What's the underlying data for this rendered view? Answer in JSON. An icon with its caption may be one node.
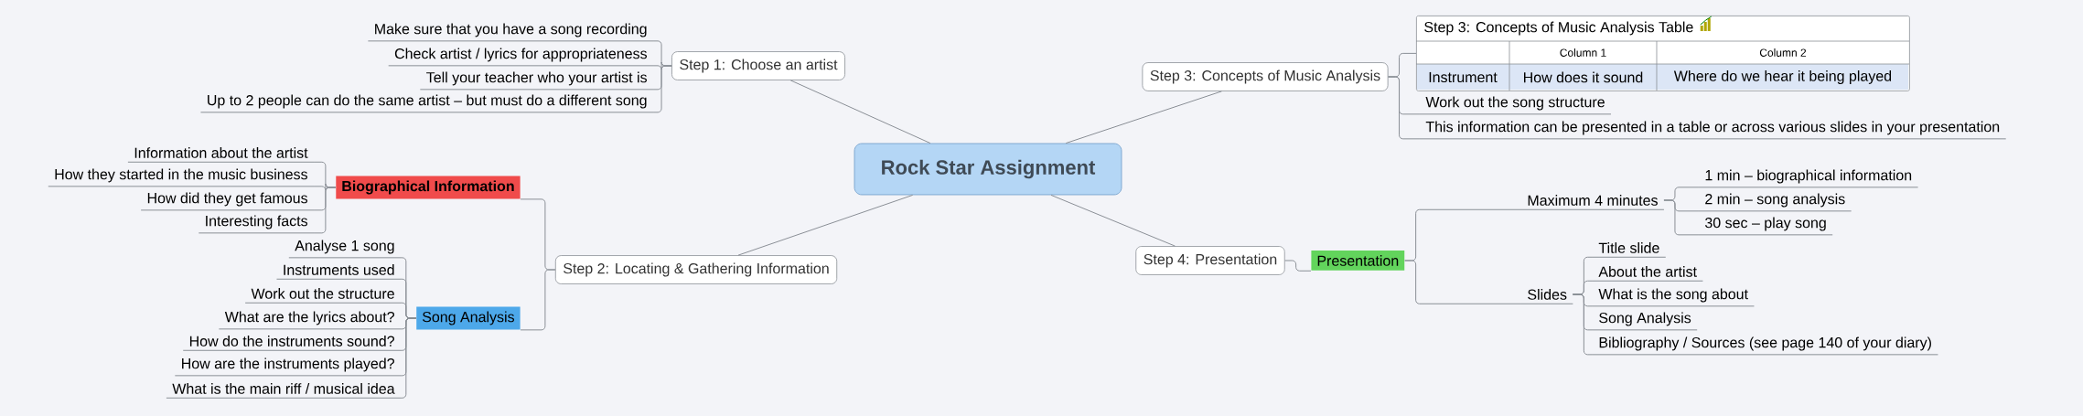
{
  "diagram": {
    "nodes": [
      {
        "text": [
          "Rock Star Assignment"
        ]
      },
      {
        "text": [
          "Step 1: Choose an artist"
        ]
      },
      {
        "text": [
          "Make sure that you have a song recording"
        ]
      },
      {
        "text": [
          "Check artist / lyrics for appropriateness"
        ]
      },
      {
        "text": [
          "Tell your teacher who your artist is"
        ]
      },
      {
        "text": [
          "Up to 2 people can do the same artist – but must do a different song"
        ]
      },
      {
        "text": [
          "Step 2: Locating & Gathering Information"
        ]
      },
      {
        "text": [
          "Biographical Information"
        ]
      },
      {
        "text": [
          "Information about the artist"
        ]
      },
      {
        "text": [
          "How they started in the music business"
        ]
      },
      {
        "text": [
          "How did they get famous"
        ]
      },
      {
        "text": [
          "Interesting facts"
        ]
      },
      {
        "text": [
          "Song Analysis"
        ]
      },
      {
        "text": [
          "Analyse 1 song"
        ]
      },
      {
        "text": [
          "Instruments used"
        ]
      },
      {
        "text": [
          "Work out the structure"
        ]
      },
      {
        "text": [
          "What are the lyrics about?"
        ]
      },
      {
        "text": [
          "How do the instruments sound?"
        ]
      },
      {
        "text": [
          "How are the instruments played?"
        ]
      },
      {
        "text": [
          "What is the main riff / musical idea"
        ]
      },
      {
        "text": [
          "Step 3: Concepts of Music Analysis"
        ]
      },
      {
        "text": [
          "Step 3: Concepts of Music Analysis Table",
          "Column 1",
          "Column 2",
          "Instrument",
          "How does it sound",
          "Where do we hear it being played"
        ]
      },
      {
        "text": [
          "Work out the song structure"
        ]
      },
      {
        "text": [
          "This information can be presented in a table or across various slides in your presentation"
        ]
      },
      {
        "text": [
          "Step 4: Presentation"
        ]
      },
      {
        "text": [
          "Presentation"
        ]
      },
      {
        "text": [
          "Maximum 4 minutes"
        ]
      },
      {
        "text": [
          "1 min – biographical information"
        ]
      },
      {
        "text": [
          "2 min – song analysis"
        ]
      },
      {
        "text": [
          "30 sec – play song"
        ]
      },
      {
        "text": [
          "Slides"
        ]
      },
      {
        "text": [
          "Title slide"
        ]
      },
      {
        "text": [
          "About the artist"
        ]
      },
      {
        "text": [
          "What is the song about"
        ]
      },
      {
        "text": [
          "Song Analysis"
        ]
      },
      {
        "text": [
          "Bibliography / Sources (see page 140 of your diary)"
        ]
      }
    ],
    "edges": [
      {
        "from": 0,
        "to": 1,
        "arrow": "none"
      },
      {
        "from": 0,
        "to": 6,
        "arrow": "none"
      },
      {
        "from": 0,
        "to": 20,
        "arrow": "none"
      },
      {
        "from": 0,
        "to": 24,
        "arrow": "none"
      },
      {
        "from": 1,
        "to": 2,
        "arrow": "none"
      },
      {
        "from": 1,
        "to": 3,
        "arrow": "none"
      },
      {
        "from": 1,
        "to": 4,
        "arrow": "none"
      },
      {
        "from": 1,
        "to": 5,
        "arrow": "none"
      },
      {
        "from": 6,
        "to": 7,
        "arrow": "none"
      },
      {
        "from": 6,
        "to": 12,
        "arrow": "none"
      },
      {
        "from": 7,
        "to": 8,
        "arrow": "none"
      },
      {
        "from": 7,
        "to": 9,
        "arrow": "none"
      },
      {
        "from": 7,
        "to": 10,
        "arrow": "none"
      },
      {
        "from": 7,
        "to": 11,
        "arrow": "none"
      },
      {
        "from": 12,
        "to": 13,
        "arrow": "none"
      },
      {
        "from": 12,
        "to": 14,
        "arrow": "none"
      },
      {
        "from": 12,
        "to": 15,
        "arrow": "none"
      },
      {
        "from": 12,
        "to": 16,
        "arrow": "none"
      },
      {
        "from": 12,
        "to": 17,
        "arrow": "none"
      },
      {
        "from": 12,
        "to": 18,
        "arrow": "none"
      },
      {
        "from": 12,
        "to": 19,
        "arrow": "none"
      },
      {
        "from": 20,
        "to": 21,
        "arrow": "none"
      },
      {
        "from": 20,
        "to": 22,
        "arrow": "none"
      },
      {
        "from": 20,
        "to": 23,
        "arrow": "none"
      },
      {
        "from": 24,
        "to": 25,
        "arrow": "none"
      },
      {
        "from": 25,
        "to": 26,
        "arrow": "none"
      },
      {
        "from": 25,
        "to": 30,
        "arrow": "none"
      },
      {
        "from": 26,
        "to": 27,
        "arrow": "none"
      },
      {
        "from": 26,
        "to": 28,
        "arrow": "none"
      },
      {
        "from": 26,
        "to": 29,
        "arrow": "none"
      },
      {
        "from": 30,
        "to": 31,
        "arrow": "none"
      },
      {
        "from": 30,
        "to": 32,
        "arrow": "none"
      },
      {
        "from": 30,
        "to": 33,
        "arrow": "none"
      },
      {
        "from": 30,
        "to": 34,
        "arrow": "none"
      },
      {
        "from": 30,
        "to": 35,
        "arrow": "none"
      }
    ]
  }
}
